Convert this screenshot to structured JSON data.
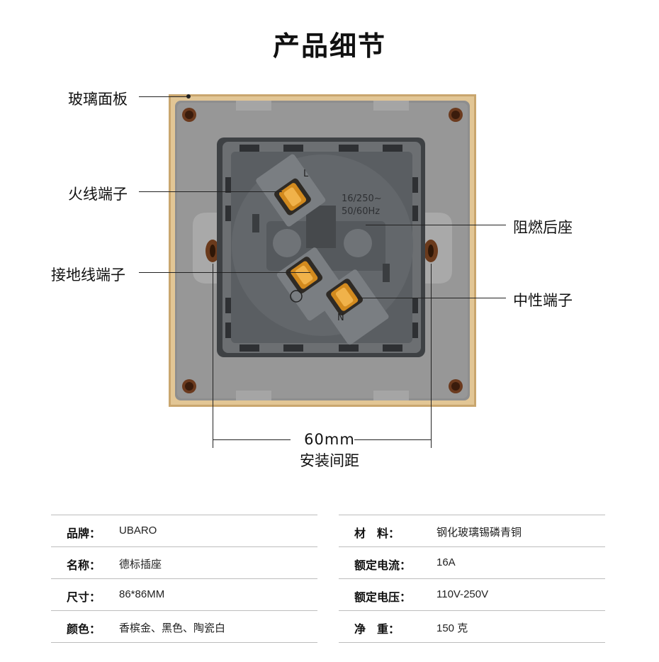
{
  "title": "产品细节",
  "callouts": {
    "glass_panel": "玻璃面板",
    "live_terminal": "火线端子",
    "ground_terminal": "接地线端子",
    "flame_retardant_base": "阻燃后座",
    "neutral_terminal": "中性端子"
  },
  "product_marks": {
    "rating": "16/250~",
    "frequency": "50/60Hz",
    "live_letter": "L",
    "neutral_letter": "N"
  },
  "spacing": {
    "value": "60mm",
    "label": "安装间距"
  },
  "specs": {
    "left": [
      {
        "key": "品牌：",
        "value": "UBARO"
      },
      {
        "key": "名称：",
        "value": "德标插座"
      },
      {
        "key": "尺寸：",
        "value": "86*86MM"
      },
      {
        "key": "颜色：",
        "value": "香槟金、黑色、陶瓷白"
      }
    ],
    "right": [
      {
        "key": "材　料：",
        "value": "钢化玻璃锡磷青铜"
      },
      {
        "key": "额定电流：",
        "value": "16A"
      },
      {
        "key": "额定电压：",
        "value": "110V-250V"
      },
      {
        "key": "净　重：",
        "value": "150 克"
      }
    ]
  },
  "colors": {
    "gold_frame": "#c9a66e",
    "plate_grey": "#8f8f8f",
    "module_grey": "#5d6165",
    "brass": "#d28a1e"
  }
}
